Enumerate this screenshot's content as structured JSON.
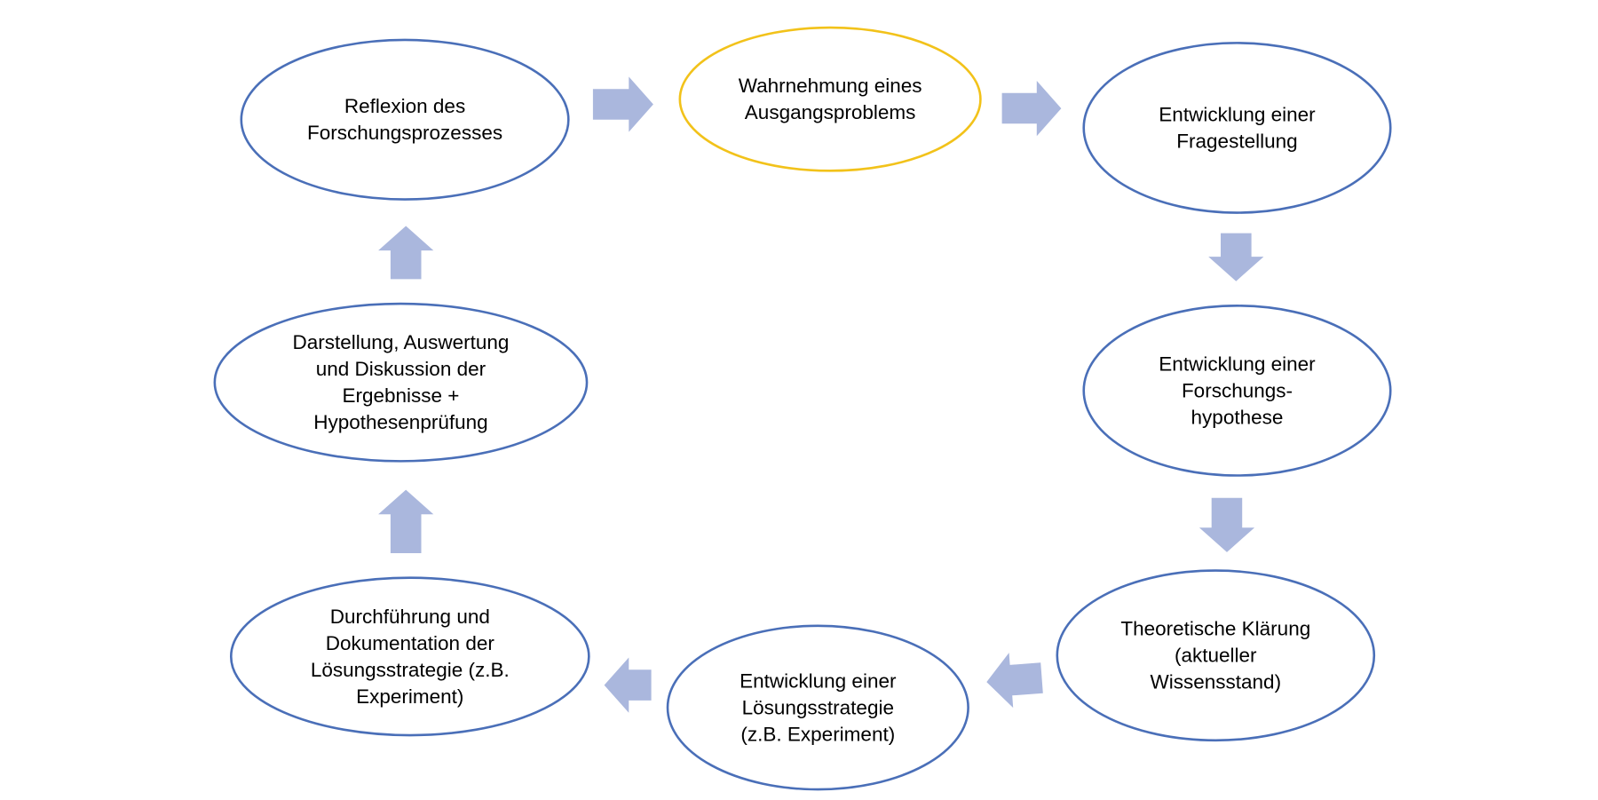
{
  "colors": {
    "node_border": "#4a6fb8",
    "start_border": "#f2c21a",
    "arrow_fill": "#aab7dd",
    "text": "#000000",
    "background": "#ffffff"
  },
  "nodes": [
    {
      "id": "wahrnehmung",
      "lines": [
        "Wahrnehmung eines",
        "Ausgangsproblems"
      ],
      "style": "start"
    },
    {
      "id": "fragestellung",
      "lines": [
        "Entwicklung einer",
        "Fragestellung"
      ],
      "style": "normal"
    },
    {
      "id": "hypothese",
      "lines": [
        "Entwicklung einer",
        "Forschungs-",
        "hypothese"
      ],
      "style": "normal"
    },
    {
      "id": "klaerung",
      "lines": [
        "Theoretische Klärung",
        "(aktueller",
        "Wissensstand)"
      ],
      "style": "normal"
    },
    {
      "id": "loesungsstrategie",
      "lines": [
        "Entwicklung einer",
        "Lösungsstrategie",
        "(z.B. Experiment)"
      ],
      "style": "normal"
    },
    {
      "id": "durchfuehrung",
      "lines": [
        "Durchführung und",
        "Dokumentation der",
        "Lösungsstrategie (z.B.",
        "Experiment)"
      ],
      "style": "normal"
    },
    {
      "id": "darstellung",
      "lines": [
        "Darstellung, Auswertung",
        "und Diskussion der",
        "Ergebnisse +",
        "Hypothesenprüfung"
      ],
      "style": "normal"
    },
    {
      "id": "reflexion",
      "lines": [
        "Reflexion des",
        "Forschungsprozesses"
      ],
      "style": "normal"
    }
  ],
  "edges": [
    {
      "from": "reflexion",
      "to": "wahrnehmung",
      "direction": "right"
    },
    {
      "from": "wahrnehmung",
      "to": "fragestellung",
      "direction": "right"
    },
    {
      "from": "fragestellung",
      "to": "hypothese",
      "direction": "down"
    },
    {
      "from": "hypothese",
      "to": "klaerung",
      "direction": "down"
    },
    {
      "from": "klaerung",
      "to": "loesungsstrategie",
      "direction": "left"
    },
    {
      "from": "loesungsstrategie",
      "to": "durchfuehrung",
      "direction": "left"
    },
    {
      "from": "durchfuehrung",
      "to": "darstellung",
      "direction": "up"
    },
    {
      "from": "darstellung",
      "to": "reflexion",
      "direction": "up"
    }
  ]
}
